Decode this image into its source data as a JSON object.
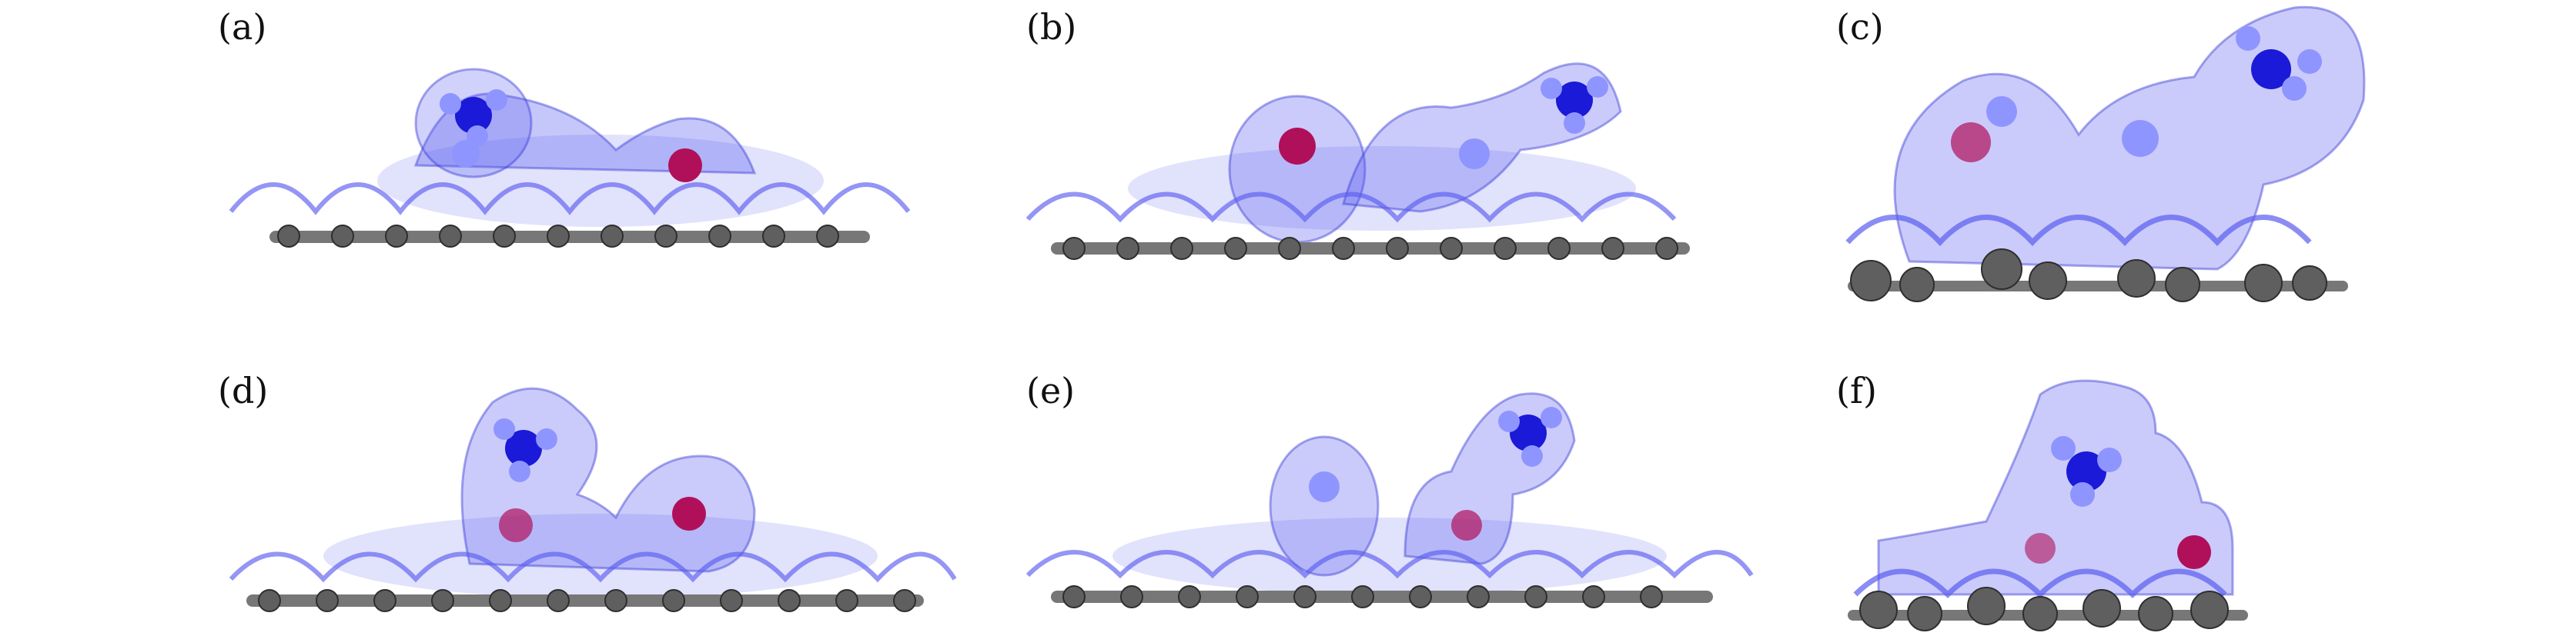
{
  "figure": {
    "panels": [
      {
        "id": "a",
        "label": "(a)",
        "variant": "flat-wide"
      },
      {
        "id": "b",
        "label": "(b)",
        "variant": "flat-wide"
      },
      {
        "id": "c",
        "label": "(c)",
        "variant": "zoomed"
      },
      {
        "id": "d",
        "label": "(d)",
        "variant": "flat-wide"
      },
      {
        "id": "e",
        "label": "(e)",
        "variant": "flat-wide"
      },
      {
        "id": "f",
        "label": "(f)",
        "variant": "zoomed"
      }
    ]
  },
  "colors": {
    "isosurface": "#5a5cf0",
    "isosurface_edge": "#3b3dd6",
    "nitrogen": "#1a1ad8",
    "hydrogen": "#8f95ff",
    "oxygen": "#b0105a",
    "carbon": "#5f5f5f",
    "carbon_highlight": "#d8d8d8",
    "wave_gray": "#9a9a9a"
  }
}
